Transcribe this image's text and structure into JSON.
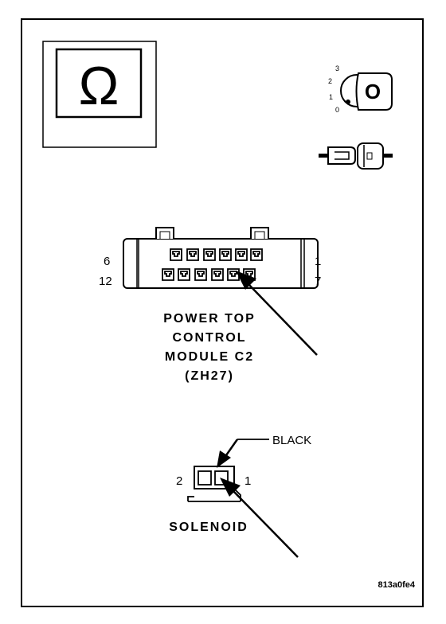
{
  "meter_symbol": "Ω",
  "ignition": {
    "positions": [
      "3",
      "2",
      "1",
      "0"
    ],
    "key_label": "O"
  },
  "connector": {
    "pin_left_top": "6",
    "pin_left_bottom": "12",
    "pin_right_top": "1",
    "pin_right_bottom": "7",
    "title_lines": [
      "POWER TOP",
      "CONTROL",
      "MODULE C2",
      "(ZH27)"
    ]
  },
  "solenoid": {
    "wire_color": "BLACK",
    "pin_left": "2",
    "pin_right": "1",
    "title": "SOLENOID"
  },
  "figure_id": "813a0fe4"
}
